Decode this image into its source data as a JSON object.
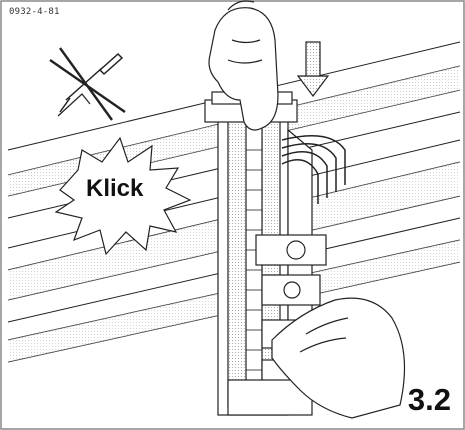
{
  "figure": {
    "document_code": "0932-4-81",
    "step_number": "3.2",
    "sound_effect": "Klick"
  },
  "icons": {
    "no_tool": "crossed-out-screwdriver-icon",
    "push_direction": "down-arrow-icon",
    "click_burst": "starburst-icon"
  },
  "colors": {
    "line": "#222222",
    "fill": "#ffffff",
    "shade": "#d8d8d8",
    "frame": "#888888"
  }
}
